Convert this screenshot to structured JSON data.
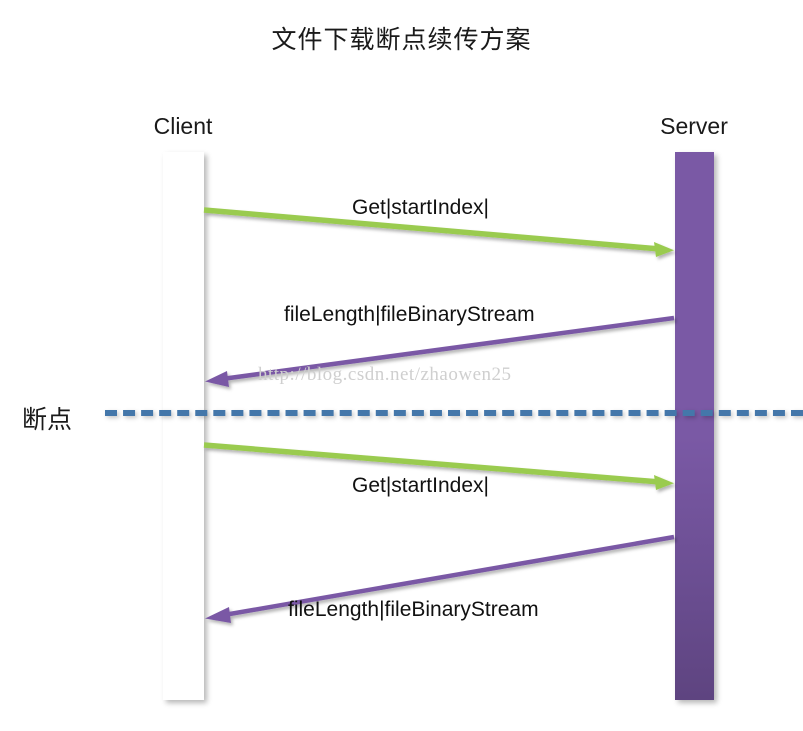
{
  "diagram": {
    "title": "文件下载断点续传方案",
    "type": "sequence-diagram",
    "watermark": "http://blog.csdn.net/zhaowen25",
    "colors": {
      "client_green": "#9ACB4F",
      "client_green_dark": "#75993B",
      "server_purple": "#7A59A5",
      "server_purple_dark": "#5E4480",
      "breakpoint_blue": "#4477AA",
      "arrow_green": "#9ACB4F",
      "arrow_purple": "#7A59A5",
      "text": "#111111",
      "background": "#FFFFFF"
    }
  },
  "lifelines": [
    {
      "id": "client",
      "label": "Client"
    },
    {
      "id": "server",
      "label": "Server"
    }
  ],
  "messages": [
    {
      "index": 1,
      "label": "Get|startIndex|",
      "from": "client",
      "to": "server",
      "direction": "right",
      "color": "#9ACB4F"
    },
    {
      "index": 2,
      "label": "fileLength|fileBinaryStream",
      "from": "server",
      "to": "client",
      "direction": "left",
      "color": "#7A59A5"
    },
    {
      "index": 3,
      "label": "Get|startIndex|",
      "from": "client",
      "to": "server",
      "direction": "right",
      "color": "#9ACB4F"
    },
    {
      "index": 4,
      "label": "fileLength|fileBinaryStream",
      "from": "server",
      "to": "client",
      "direction": "left",
      "color": "#7A59A5"
    }
  ],
  "breakpoint": {
    "label": "断点",
    "style": "dashed",
    "color": "#4477AA"
  }
}
